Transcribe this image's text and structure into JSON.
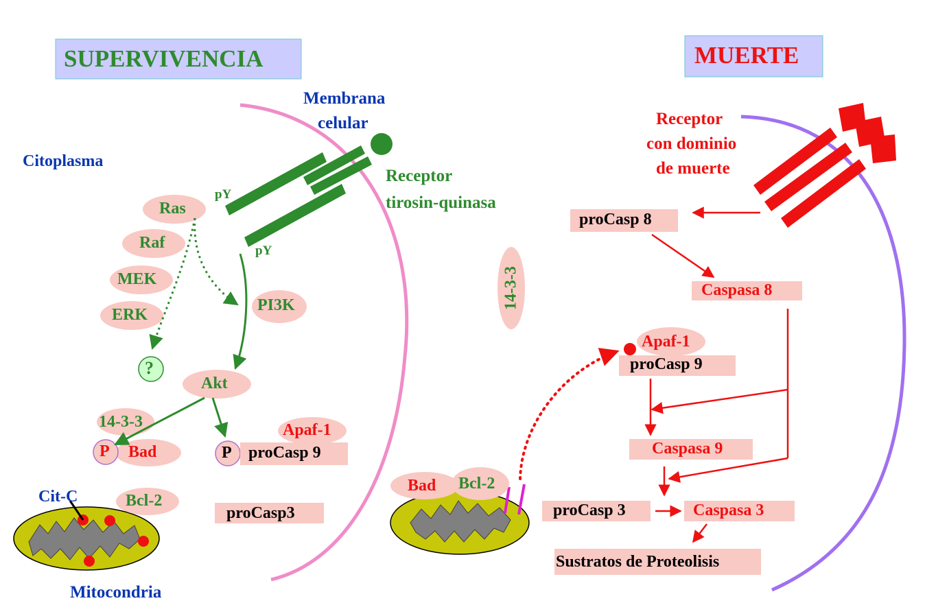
{
  "titles": {
    "survival": "SUPERVIVENCIA",
    "death": "MUERTE"
  },
  "survival": {
    "membrane_label_1": "Membrana",
    "membrane_label_2": "celular",
    "cytoplasm": "Citoplasma",
    "receptor_1": "Receptor",
    "receptor_2": "tirosin-quinasa",
    "py": "pY",
    "ras": "Ras",
    "raf": "Raf",
    "mek": "MEK",
    "erk": "ERK",
    "question": "?",
    "pi3k": "PI3K",
    "akt": "Akt",
    "p14": "14-3-3",
    "phospho": "P",
    "bad": "Bad",
    "apaf": "Apaf-1",
    "procasp9": "proCasp 9",
    "citc": "Cit-C",
    "bcl2": "Bcl-2",
    "procasp3": "proCasp3",
    "mito": "Mitocondria"
  },
  "middle": {
    "p14": "14-3-3"
  },
  "death": {
    "receptor_1": "Receptor",
    "receptor_2": "con dominio",
    "receptor_3": "de muerte",
    "procasp8": "proCasp 8",
    "casp8": "Caspasa 8",
    "apaf": "Apaf-1",
    "procasp9": "proCasp 9",
    "casp9": "Caspasa 9",
    "procasp3": "proCasp 3",
    "casp3": "Caspasa 3",
    "substrates": "Sustratos de Proteolisis",
    "bad": "Bad",
    "bcl2": "Bcl-2"
  },
  "colors": {
    "green": "#2e8b2e",
    "red": "#ee1111",
    "navy": "#0a36b0",
    "pink_fill": "#f9c9c4",
    "title_box": "#ccccff",
    "membrane_left": "#f08cc8",
    "membrane_right": "#a070f0",
    "mito_fill": "#c8c80a"
  }
}
